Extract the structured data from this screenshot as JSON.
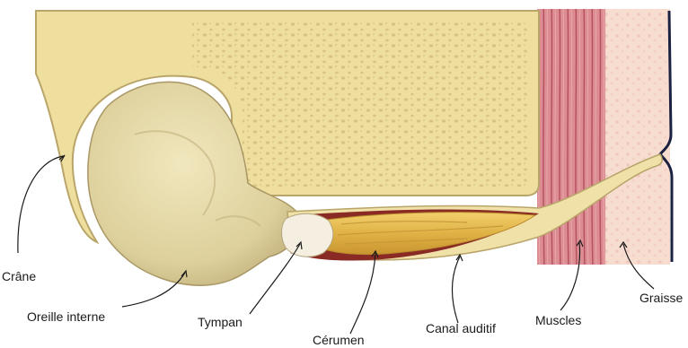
{
  "labels": {
    "skull": "Crâne",
    "inner_ear": "Oreille interne",
    "eardrum": "Tympan",
    "earwax": "Cérumen",
    "ear_canal": "Canal auditif",
    "muscles": "Muscles",
    "fat": "Graisse"
  },
  "colors": {
    "bone": "#efe0a3",
    "bone_outline": "#b9a56a",
    "bone_pores": "#d9c584",
    "inner_ear": "#e3d7a5",
    "earwax": "#e2b84c",
    "canal_lining": "#8a2a24",
    "muscle": "#d9848a",
    "muscle_fibre": "#b85260",
    "fat": "#f6d9cc",
    "skin_line": "#1b2140",
    "leader_line": "#1a1a1a"
  }
}
